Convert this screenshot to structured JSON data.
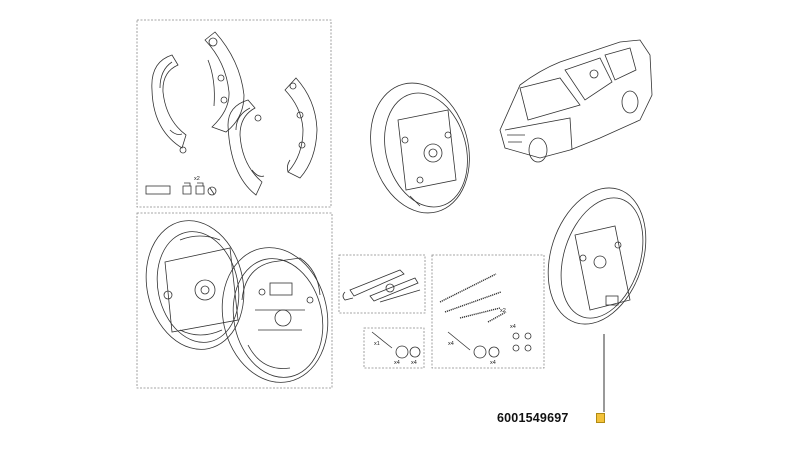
{
  "diagram": {
    "part_number": "6001549697",
    "marker_color": "#f3c23a",
    "line_color": "#333333",
    "box_color": "#888888",
    "quantity_labels": {
      "shoe_pins": "x2",
      "adjuster_screw": "x1",
      "adjuster_spring": "x4",
      "retaining_cup": "x4",
      "spring_small": "x2",
      "spring_pin": "x4",
      "spring_coil": "x4",
      "spring_cups": "x4"
    }
  }
}
